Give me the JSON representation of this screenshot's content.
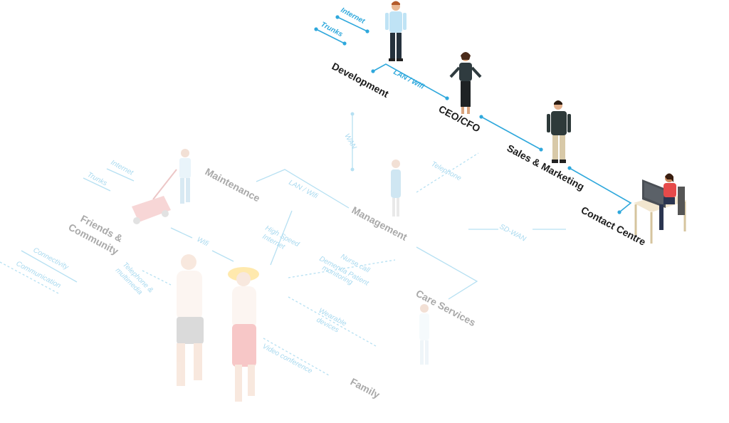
{
  "active_roles": {
    "development": "Development",
    "ceo_cfo": "CEO/CFO",
    "sales_marketing": "Sales & Marketing",
    "contact_centre": "Contact Centre"
  },
  "active_connections": {
    "internet": "Internet",
    "trunks": "Trunks",
    "lan_wifi": "LAN / Wifi"
  },
  "faded_roles": {
    "maintenance": "Maintenance",
    "management": "Management",
    "friends_line1": "Friends &",
    "friends_line2": "Community",
    "care_services": "Care Services",
    "family": "Family"
  },
  "faded_connections": {
    "wan": "WAN",
    "telephone": "Telephone",
    "internet": "Internet",
    "trunks": "Trunks",
    "lan_wifi": "LAN / Wifi",
    "high_speed_1": "High Speed",
    "high_speed_2": "Internet",
    "sd_wan": "SD-WAN",
    "wifi": "Wifi",
    "connectivity": "Connectivity",
    "communication": "Communication",
    "telephone_mm_1": "Telephone &",
    "telephone_mm_2": "multimedia",
    "nurse_call_1": "Nurse call",
    "nurse_call_2": "Dementia Patient",
    "nurse_call_3": "monitoring",
    "wearable_1": "Wearable",
    "wearable_2": "devices",
    "video_conference": "Video conference"
  },
  "colors": {
    "accent_blue": "#2fa8dc",
    "faded_blue": "#b6e0f2",
    "dark_label": "#1a1a1a",
    "grey_label": "#a9a9a9"
  },
  "icons": [
    "person-icon",
    "lawn-mower-icon",
    "desk-computer-icon"
  ]
}
